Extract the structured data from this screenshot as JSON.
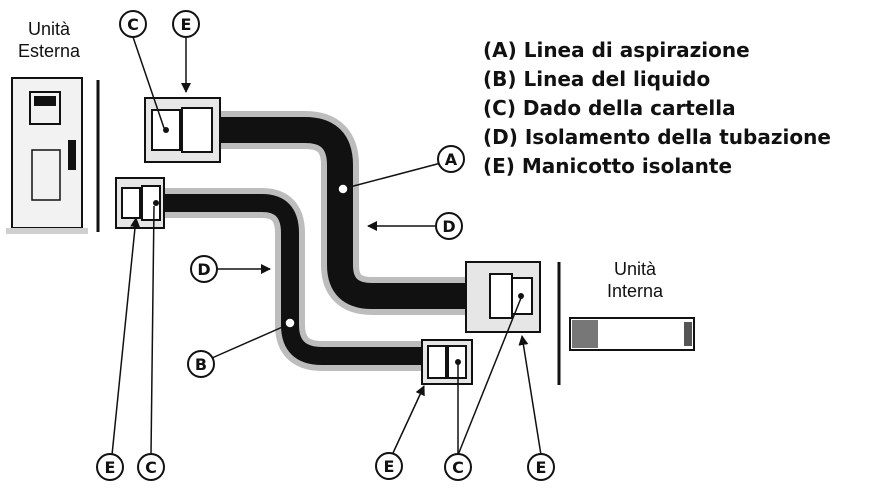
{
  "units": {
    "outdoor": {
      "line1": "Unità",
      "line2": "Esterna"
    },
    "indoor": {
      "line1": "Unità",
      "line2": "Interna"
    }
  },
  "legend": [
    {
      "text": "(A) Linea di aspirazione"
    },
    {
      "text": "(B) Linea del liquido"
    },
    {
      "text": "(C) Dado della cartella"
    },
    {
      "text": "(D) Isolamento della tubazione"
    },
    {
      "text": "(E) Manicotto isolante"
    }
  ],
  "callouts": {
    "a": "A",
    "b": "B",
    "c": "C",
    "d": "D",
    "e": "E"
  },
  "colors": {
    "pipe": "#111111",
    "insulation": "#bdbdbd",
    "fitting": "#e6e6e6",
    "line": "#111111"
  }
}
